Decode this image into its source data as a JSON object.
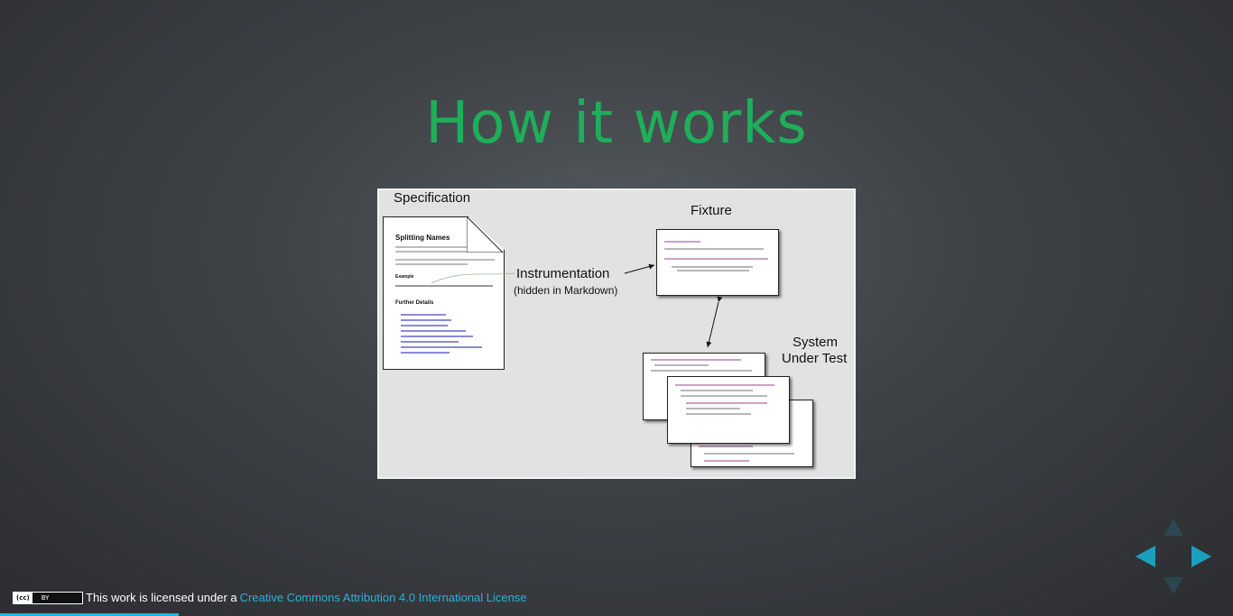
{
  "slide": {
    "title": "How it works"
  },
  "figure": {
    "labels": {
      "specification": "Specification",
      "fixture": "Fixture",
      "instrumentation": "Instrumentation",
      "instrumentation_note": "(hidden in Markdown)",
      "system_line1": "System",
      "system_line2": "Under Test"
    },
    "document": {
      "heading": "Splitting Names",
      "example_heading": "Example",
      "further_heading": "Further Details"
    }
  },
  "navigation": {
    "icons": [
      "arrow-up-icon",
      "arrow-left-icon",
      "arrow-right-icon",
      "arrow-down-icon"
    ],
    "accent": "#1c9fbf"
  },
  "footer": {
    "badge": "cc BY",
    "license_prefix": "This work is licensed under a",
    "license_link": "Creative Commons Attribution 4.0 International License"
  },
  "colors": {
    "title": "#1fae5a",
    "link": "#2ab1d6",
    "progress": "#1fb6d9"
  }
}
